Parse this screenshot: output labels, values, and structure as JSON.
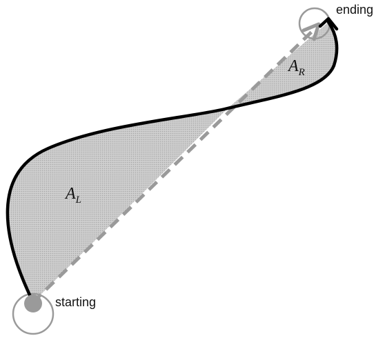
{
  "labels": {
    "start": "starting",
    "end": "ending",
    "area_left_main": "A",
    "area_left_sub": "L",
    "area_right_main": "A",
    "area_right_sub": "R"
  },
  "colors": {
    "curve": "#000000",
    "dashed_line": "#9a9a9a",
    "fill": "#c9c9c9",
    "hatch": "#a8a8a8",
    "start_dot": "#9a9a9a",
    "circle_outline": "#9a9a9a"
  }
}
